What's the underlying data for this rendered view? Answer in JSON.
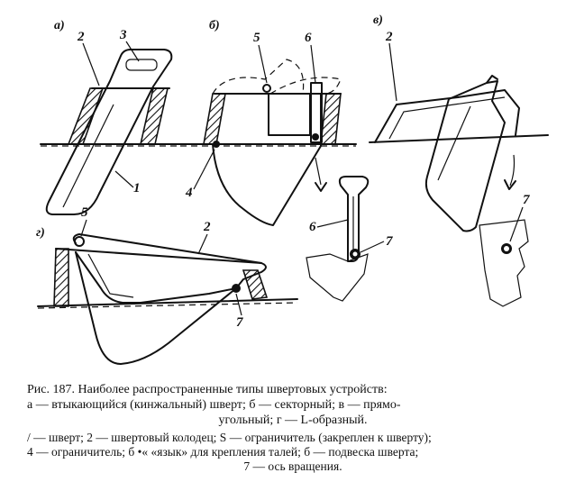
{
  "figure": {
    "section_labels": {
      "a": "а)",
      "b": "б)",
      "v": "в)",
      "g": "г)"
    },
    "part_labels": {
      "a2": "2",
      "a3": "3",
      "a1": "1",
      "b5": "5",
      "b6": "6",
      "b4": "4",
      "v2": "2",
      "v7": "7",
      "d6": "6",
      "d7": "7",
      "g5": "5",
      "g2": "2",
      "g7": "7"
    }
  },
  "caption": {
    "line1": "Рис. 187. Наиболее распространенные типы швертовых устройств:",
    "line2": "а — втыкающийся (кинжальный) шверт; б — секторный; в — прямо-",
    "line3": "угольный; г — L-образный."
  },
  "legend": {
    "line1": "/ — шверт; 2 — швертовый колодец; S — ограничитель (закреплен к шверту);",
    "line2": "4 — ограничитель; б •« «язык» для крепления талей; б — подвеска шверта;",
    "line3": "7 — ось вращения."
  }
}
